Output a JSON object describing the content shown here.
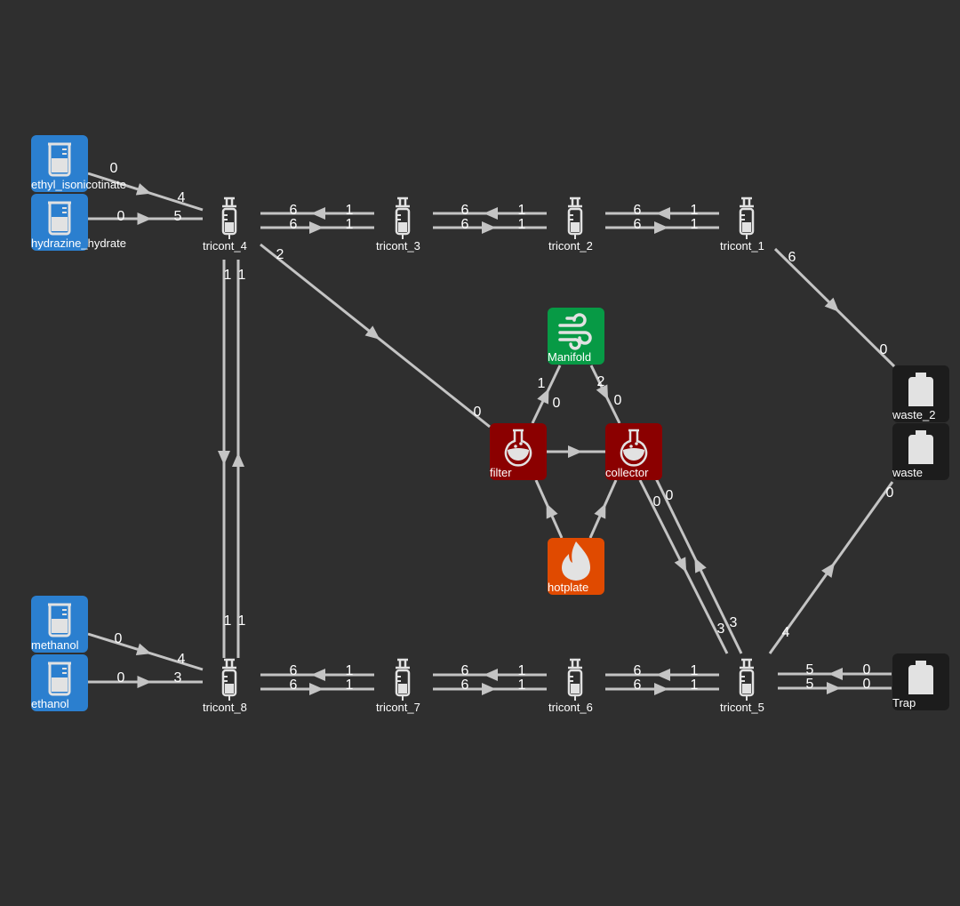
{
  "colors": {
    "background": "#2f2f2f",
    "edge": "#c4c4c4",
    "reagent": "#2b7fcf",
    "flask": "#8b0000",
    "manifold": "#079a45",
    "hotplate": "#e04a00",
    "waste": "#1c1c1c",
    "icon": "#e2e2e2"
  },
  "nodes": [
    {
      "id": "ethyl_isonicotinate",
      "label": "ethyl_isonicotinate",
      "type": "reagent",
      "icon": "beaker-icon"
    },
    {
      "id": "hydrazine_hydrate",
      "label": "hydrazine_hydrate",
      "type": "reagent",
      "icon": "beaker-icon"
    },
    {
      "id": "methanol",
      "label": "methanol",
      "type": "reagent",
      "icon": "beaker-icon"
    },
    {
      "id": "ethanol",
      "label": "ethanol",
      "type": "reagent",
      "icon": "beaker-icon"
    },
    {
      "id": "tricont_1",
      "label": "tricont_1",
      "type": "pump",
      "icon": "syringe-icon"
    },
    {
      "id": "tricont_2",
      "label": "tricont_2",
      "type": "pump",
      "icon": "syringe-icon"
    },
    {
      "id": "tricont_3",
      "label": "tricont_3",
      "type": "pump",
      "icon": "syringe-icon"
    },
    {
      "id": "tricont_4",
      "label": "tricont_4",
      "type": "pump",
      "icon": "syringe-icon"
    },
    {
      "id": "tricont_5",
      "label": "tricont_5",
      "type": "pump",
      "icon": "syringe-icon"
    },
    {
      "id": "tricont_6",
      "label": "tricont_6",
      "type": "pump",
      "icon": "syringe-icon"
    },
    {
      "id": "tricont_7",
      "label": "tricont_7",
      "type": "pump",
      "icon": "syringe-icon"
    },
    {
      "id": "tricont_8",
      "label": "tricont_8",
      "type": "pump",
      "icon": "syringe-icon"
    },
    {
      "id": "Manifold",
      "label": "Manifold",
      "type": "manifold",
      "icon": "wind-icon"
    },
    {
      "id": "filter",
      "label": "filter",
      "type": "flask",
      "icon": "flask-icon"
    },
    {
      "id": "collector",
      "label": "collector",
      "type": "flask",
      "icon": "flask-icon"
    },
    {
      "id": "hotplate",
      "label": "hotplate",
      "type": "hotplate",
      "icon": "flame-icon"
    },
    {
      "id": "waste_2",
      "label": "waste_2",
      "type": "waste",
      "icon": "bottle-icon"
    },
    {
      "id": "waste",
      "label": "waste",
      "type": "waste",
      "icon": "bottle-icon"
    },
    {
      "id": "Trap",
      "label": "Trap",
      "type": "waste",
      "icon": "bottle-icon"
    }
  ],
  "edges": [
    {
      "from": "ethyl_isonicotinate",
      "to": "tricont_4",
      "source_port": "0",
      "target_port": "4"
    },
    {
      "from": "hydrazine_hydrate",
      "to": "tricont_4",
      "source_port": "0",
      "target_port": "5"
    },
    {
      "from": "tricont_3",
      "to": "tricont_4",
      "source_port": "1",
      "target_port": "6"
    },
    {
      "from": "tricont_4",
      "to": "tricont_3",
      "source_port": "6",
      "target_port": "1"
    },
    {
      "from": "tricont_2",
      "to": "tricont_3",
      "source_port": "1",
      "target_port": "6"
    },
    {
      "from": "tricont_3",
      "to": "tricont_2",
      "source_port": "6",
      "target_port": "1"
    },
    {
      "from": "tricont_1",
      "to": "tricont_2",
      "source_port": "1",
      "target_port": "6"
    },
    {
      "from": "tricont_2",
      "to": "tricont_1",
      "source_port": "6",
      "target_port": "1"
    },
    {
      "from": "tricont_4",
      "to": "filter",
      "source_port": "2",
      "target_port": "0"
    },
    {
      "from": "tricont_1",
      "to": "waste_2",
      "source_port": "6",
      "target_port": "0"
    },
    {
      "from": "tricont_4",
      "to": "tricont_8",
      "source_port": "1",
      "target_port": "1"
    },
    {
      "from": "tricont_8",
      "to": "tricont_4",
      "source_port": "1",
      "target_port": "1"
    },
    {
      "from": "filter",
      "to": "Manifold",
      "source_port": "0",
      "target_port": "1"
    },
    {
      "from": "Manifold",
      "to": "collector",
      "source_port": "2",
      "target_port": "0"
    },
    {
      "from": "filter",
      "to": "collector",
      "source_port": "",
      "target_port": ""
    },
    {
      "from": "hotplate",
      "to": "filter",
      "source_port": "",
      "target_port": ""
    },
    {
      "from": "hotplate",
      "to": "collector",
      "source_port": "",
      "target_port": ""
    },
    {
      "from": "collector",
      "to": "tricont_5",
      "source_port": "0",
      "target_port": "3"
    },
    {
      "from": "tricont_5",
      "to": "collector",
      "source_port": "3",
      "target_port": "0"
    },
    {
      "from": "tricont_5",
      "to": "waste",
      "source_port": "4",
      "target_port": "0"
    },
    {
      "from": "methanol",
      "to": "tricont_8",
      "source_port": "0",
      "target_port": "4"
    },
    {
      "from": "ethanol",
      "to": "tricont_8",
      "source_port": "0",
      "target_port": "3"
    },
    {
      "from": "tricont_7",
      "to": "tricont_8",
      "source_port": "1",
      "target_port": "6"
    },
    {
      "from": "tricont_8",
      "to": "tricont_7",
      "source_port": "6",
      "target_port": "1"
    },
    {
      "from": "tricont_6",
      "to": "tricont_7",
      "source_port": "1",
      "target_port": "6"
    },
    {
      "from": "tricont_7",
      "to": "tricont_6",
      "source_port": "6",
      "target_port": "1"
    },
    {
      "from": "tricont_5",
      "to": "tricont_6",
      "source_port": "1",
      "target_port": "6"
    },
    {
      "from": "tricont_6",
      "to": "tricont_5",
      "source_port": "6",
      "target_port": "1"
    },
    {
      "from": "Trap",
      "to": "tricont_5",
      "source_port": "0",
      "target_port": "5"
    },
    {
      "from": "tricont_5",
      "to": "Trap",
      "source_port": "5",
      "target_port": "0"
    }
  ]
}
